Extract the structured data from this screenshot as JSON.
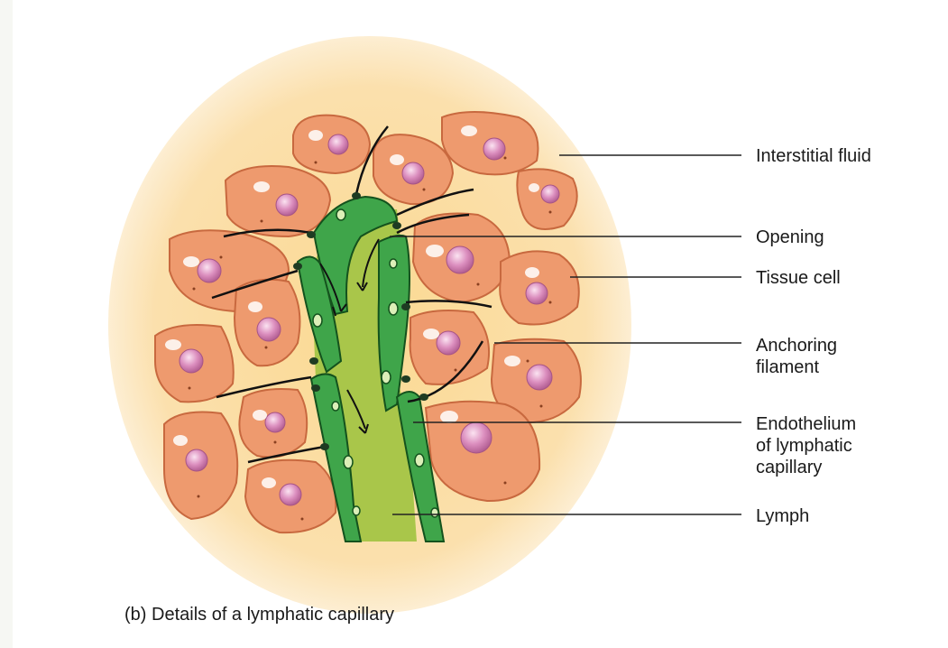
{
  "labels": {
    "interstitial_fluid": "Interstitial fluid",
    "opening": "Opening",
    "tissue_cell": "Tissue cell",
    "anchoring_line1": "Anchoring",
    "anchoring_line2": "filament",
    "endothelium_line1": "Endothelium",
    "endothelium_line2": "of lymphatic",
    "endothelium_line3": "capillary",
    "lymph": "Lymph"
  },
  "caption": "(b) Details of a lymphatic capillary",
  "colors": {
    "interstitial_fluid": "#f9d79a",
    "tissue_cell": "#ee9a6e",
    "cell_outline": "#c8693f",
    "nucleus": "#d78ab8",
    "vessel_wall": "#3fa54a",
    "lymph": "#a9c64a",
    "leader_line": "#222222"
  }
}
